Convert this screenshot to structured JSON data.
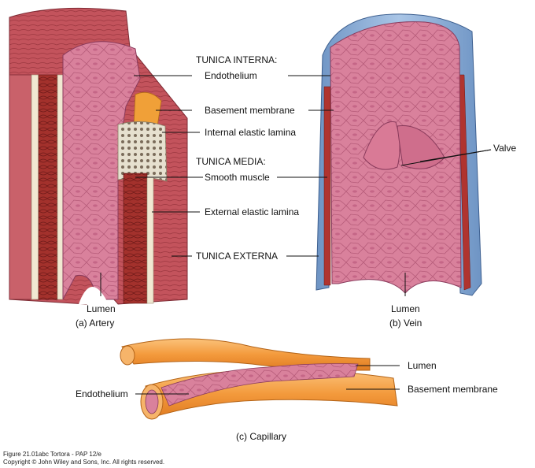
{
  "labels": {
    "tunica_interna": "TUNICA INTERNA:",
    "endothelium": "Endothelium",
    "basement_membrane": "Basement membrane",
    "internal_elastic_lamina": "Internal elastic lamina",
    "tunica_media": "TUNICA MEDIA:",
    "smooth_muscle": "Smooth muscle",
    "external_elastic_lamina": "External elastic lamina",
    "tunica_externa": "TUNICA EXTERNA",
    "valve": "Valve",
    "artery_lumen": "Lumen",
    "vein_lumen": "Lumen",
    "capillary_lumen": "Lumen",
    "capillary_endothelium": "Endothelium",
    "capillary_basement_membrane": "Basement membrane"
  },
  "captions": {
    "artery": "(a) Artery",
    "vein": "(b) Vein",
    "capillary": "(c) Capillary"
  },
  "footer": {
    "figure": "Figure 21.01abc  Tortora - PAP 12/e",
    "copyright": "Copyright © John Wiley and Sons, Inc. All rights reserved."
  },
  "colors": {
    "tunica_externa": "#c0505a",
    "smooth_muscle": "#a8322e",
    "elastic_lamina": "#f1e8d2",
    "endothelium": "#d67a96",
    "basement_membrane": "#f0a038",
    "vein_externa": "#8fb3d9",
    "capillary": "#f3a24a"
  }
}
